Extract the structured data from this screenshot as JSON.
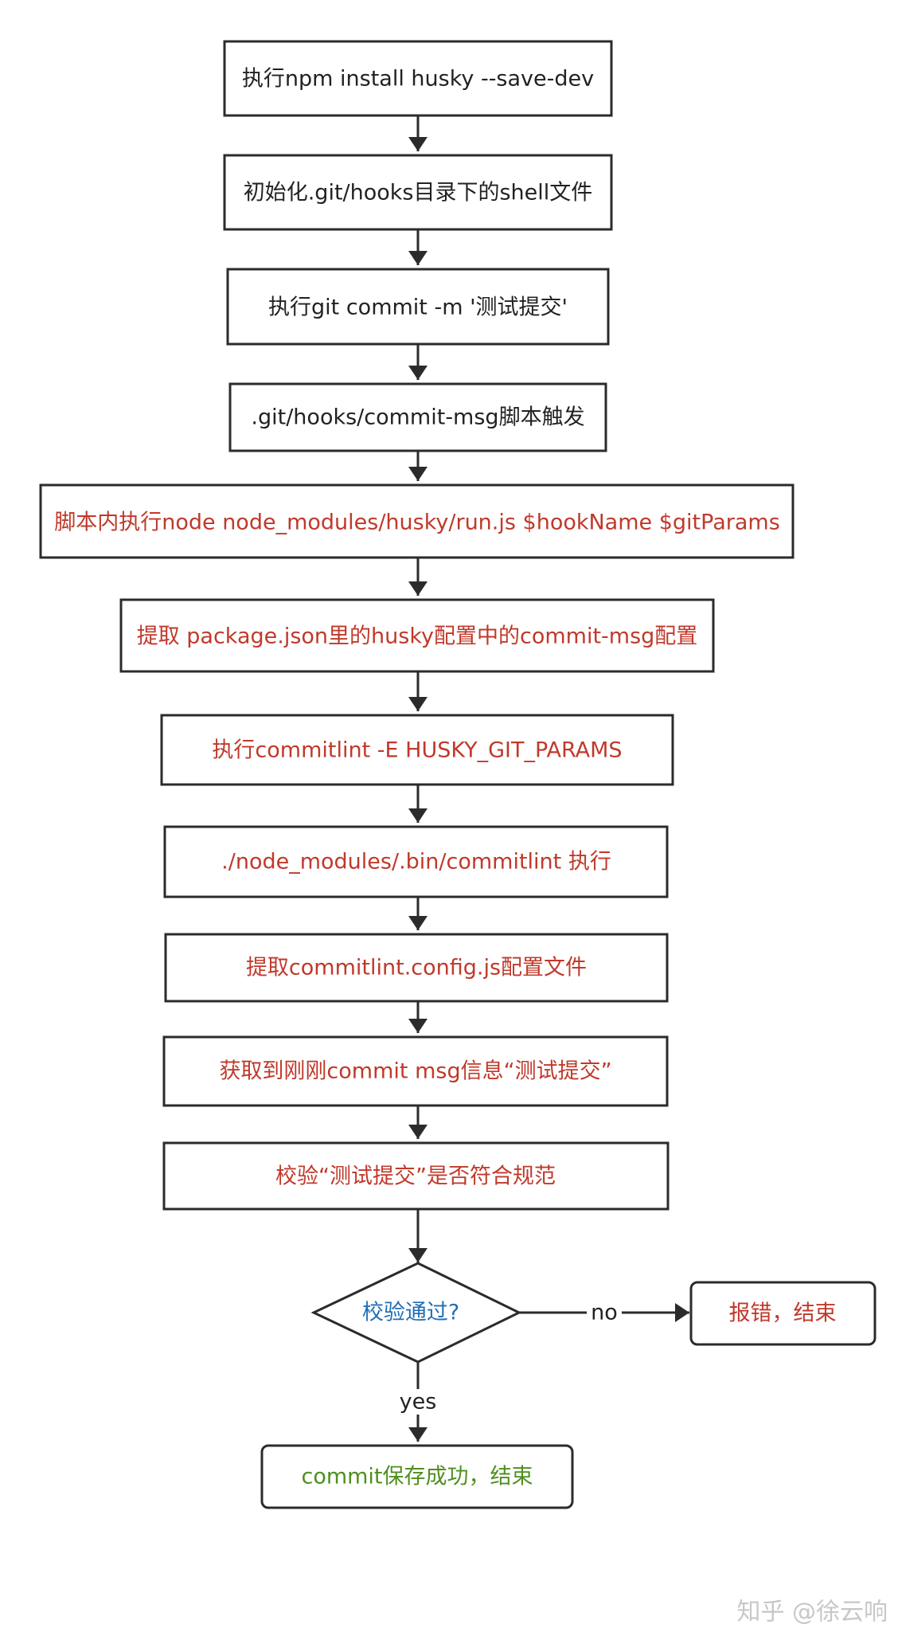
{
  "colors": {
    "black": "#222222",
    "red": "#c0392b",
    "blue": "#1f6fb5",
    "green": "#4e8f1f",
    "stroke": "#2b2b2b"
  },
  "nodes": [
    {
      "id": "n1",
      "text": "执行npm install husky --save-dev",
      "color": "black"
    },
    {
      "id": "n2",
      "text": "初始化.git/hooks目录下的shell文件",
      "color": "black"
    },
    {
      "id": "n3",
      "text": "执行git commit -m '测试提交'",
      "color": "black"
    },
    {
      "id": "n4",
      "text": ".git/hooks/commit-msg脚本触发",
      "color": "black"
    },
    {
      "id": "n5",
      "text": "脚本内执行node node_modules/husky/run.js $hookName $gitParams",
      "color": "red"
    },
    {
      "id": "n6",
      "text": "提取 package.json里的husky配置中的commit-msg配置",
      "color": "red"
    },
    {
      "id": "n7",
      "text": "执行commitlint -E HUSKY_GIT_PARAMS",
      "color": "red"
    },
    {
      "id": "n8",
      "text": "./node_modules/.bin/commitlint 执行",
      "color": "red"
    },
    {
      "id": "n9",
      "text": "提取commitlint.config.js配置文件",
      "color": "red"
    },
    {
      "id": "n10",
      "text": "获取到刚刚commit msg信息“测试提交”",
      "color": "red"
    },
    {
      "id": "n11",
      "text": "校验“测试提交”是否符合规范",
      "color": "red"
    },
    {
      "id": "d1",
      "text": "校验通过?",
      "color": "blue"
    },
    {
      "id": "e_no",
      "text": "报错，结束",
      "color": "red"
    },
    {
      "id": "e_yes",
      "text": "commit保存成功，结束",
      "color": "green"
    }
  ],
  "edges": {
    "no_label": "no",
    "yes_label": "yes"
  },
  "watermark": "知乎 @徐云响"
}
